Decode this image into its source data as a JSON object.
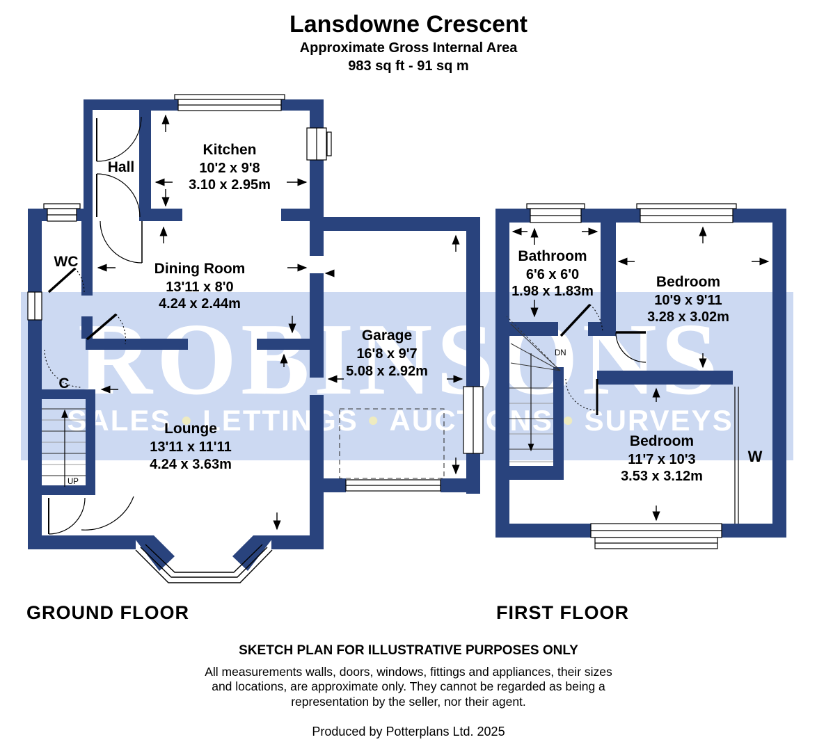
{
  "header": {
    "title": "Lansdowne Crescent",
    "subtitle": "Approximate Gross Internal Area",
    "area": "983 sq ft - 91 sq m"
  },
  "watermark": {
    "name": "ROBINSONS",
    "separator": "•",
    "words": [
      "SALES",
      "LETTINGS",
      "AUCTIONS",
      "SURVEYS"
    ],
    "band_color": "#ccd9f2",
    "text_color": "#ffffff",
    "dot_color": "#eeebc0"
  },
  "ground_floor": {
    "label": "GROUND FLOOR",
    "hall": {
      "name": "Hall"
    },
    "kitchen": {
      "name": "Kitchen",
      "imperial": "10'2 x 9'8",
      "metric": "3.10 x 2.95m"
    },
    "wc": {
      "name": "WC"
    },
    "dining": {
      "name": "Dining Room",
      "imperial": "13'11 x 8'0",
      "metric": "4.24 x 2.44m"
    },
    "cupboard": {
      "name": "C"
    },
    "garage": {
      "name": "Garage",
      "imperial": "16'8 x 9'7",
      "metric": "5.08 x 2.92m"
    },
    "lounge": {
      "name": "Lounge",
      "imperial": "13'11 x 11'11",
      "metric": "4.24 x 3.63m"
    },
    "stairs": {
      "label": "UP"
    }
  },
  "first_floor": {
    "label": "FIRST FLOOR",
    "bathroom": {
      "name": "Bathroom",
      "imperial": "6'6 x 6'0",
      "metric": "1.98 x 1.83m"
    },
    "bedroom_front": {
      "name": "Bedroom",
      "imperial": "10'9 x 9'11",
      "metric": "3.28 x 3.02m"
    },
    "bedroom_back": {
      "name": "Bedroom",
      "imperial": "11'7 x 10'3",
      "metric": "3.53 x 3.12m"
    },
    "wardrobe": {
      "label": "W"
    },
    "stairs": {
      "label": "DN"
    }
  },
  "footer": {
    "notice": "SKETCH PLAN FOR ILLUSTRATIVE PURPOSES ONLY",
    "disclaimer": "All measurements walls, doors, windows, fittings and appliances, their sizes and locations, are approximate only. They cannot be regarded as being a representation by the seller, nor their agent.",
    "credit": "Produced by Potterplans Ltd. 2025"
  },
  "colors": {
    "wall": "#29437d",
    "line": "#000000"
  }
}
